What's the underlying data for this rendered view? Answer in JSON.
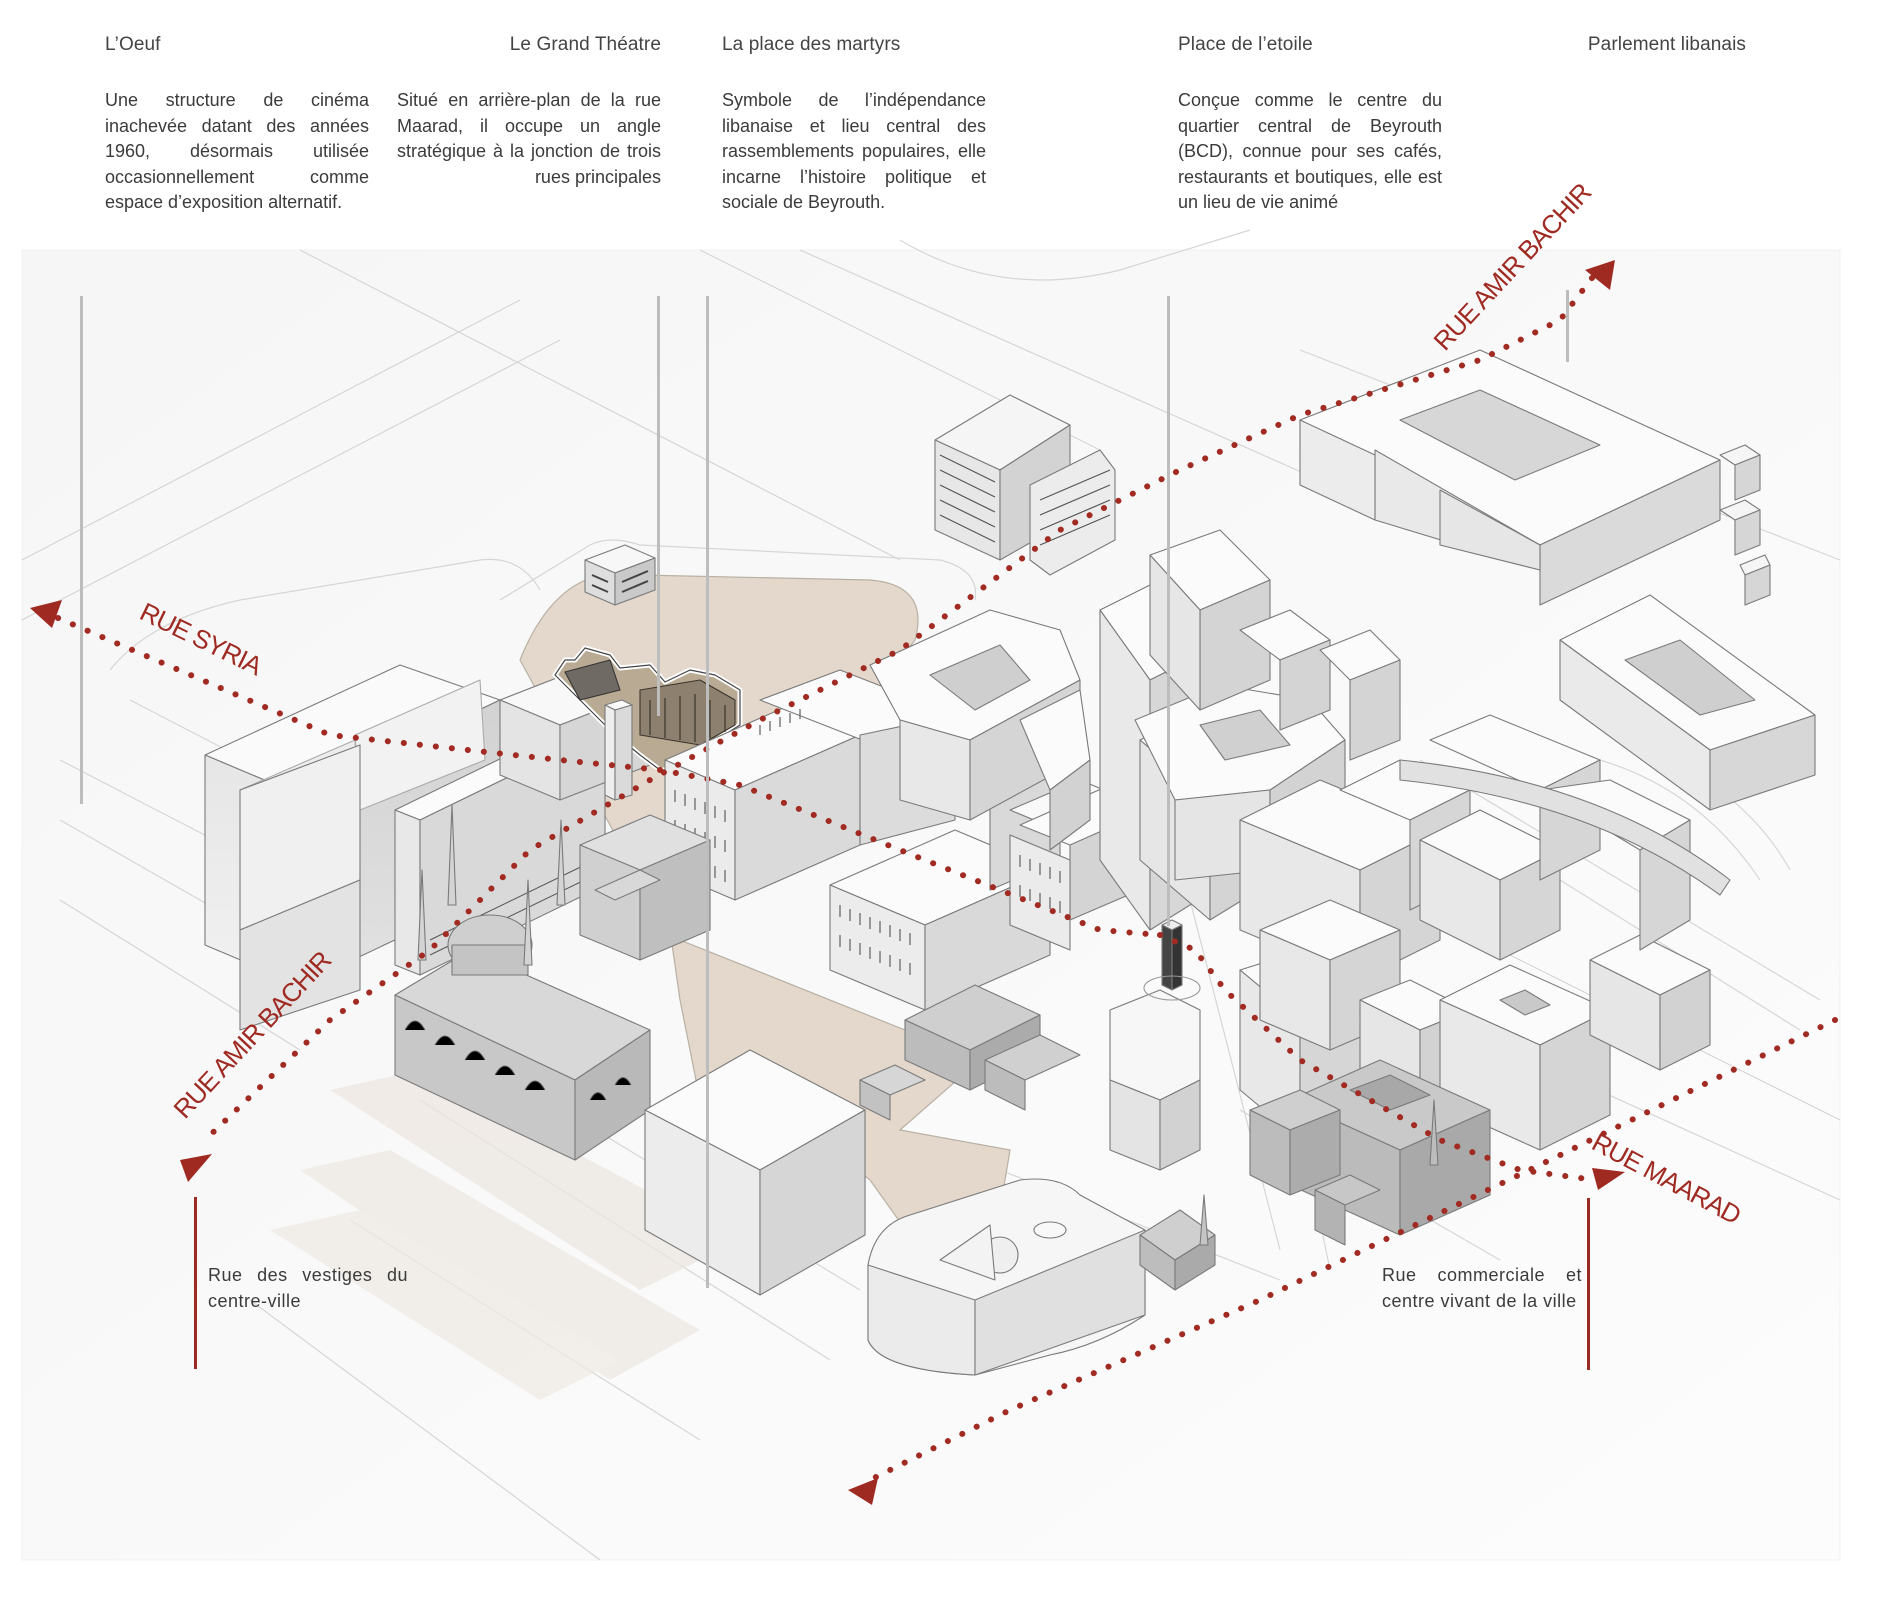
{
  "landmarks": [
    {
      "title": "L’Oeuf",
      "description": "Une structure de cinéma inachevée datant des années 1960, désormais utilisée occasionnellement comme espace d’exposition alternatif."
    },
    {
      "title": "Le Grand Théatre",
      "description": "Situé en arrière-plan de la rue Maarad, il occupe un angle stratégique à la jonction de trois rues principales"
    },
    {
      "title": "La place des martyrs",
      "description": "Symbole de l’indépendance libanaise et lieu central des rassemblements populaires, elle incarne l’histoire politique et sociale de Beyrouth."
    },
    {
      "title": "Place de l’etoile",
      "description": "Conçue comme le centre du quartier central de Beyrouth (BCD), connue pour ses cafés, restaurants et boutiques, elle est un lieu de vie animé"
    },
    {
      "title": "Parlement libanais",
      "description": ""
    }
  ],
  "streets": {
    "rue_syria": "RUE SYRIA",
    "rue_amir_bachir_top": "RUE AMIR BACHIR",
    "rue_amir_bachir_bottom": "RUE AMIR BACHIR",
    "rue_maarad": "RUE MAARAD"
  },
  "notes": {
    "left": "Rue des vestiges du centre-ville",
    "right": "Rue commerciale et centre vivant de la ville"
  },
  "colors": {
    "accent_red": "#9f2a22",
    "plaza_beige": "#e3d8cb",
    "building_white": "#f7f7f7",
    "building_shade": "#dcdcdc",
    "leader_gray": "#bdbdbd"
  }
}
